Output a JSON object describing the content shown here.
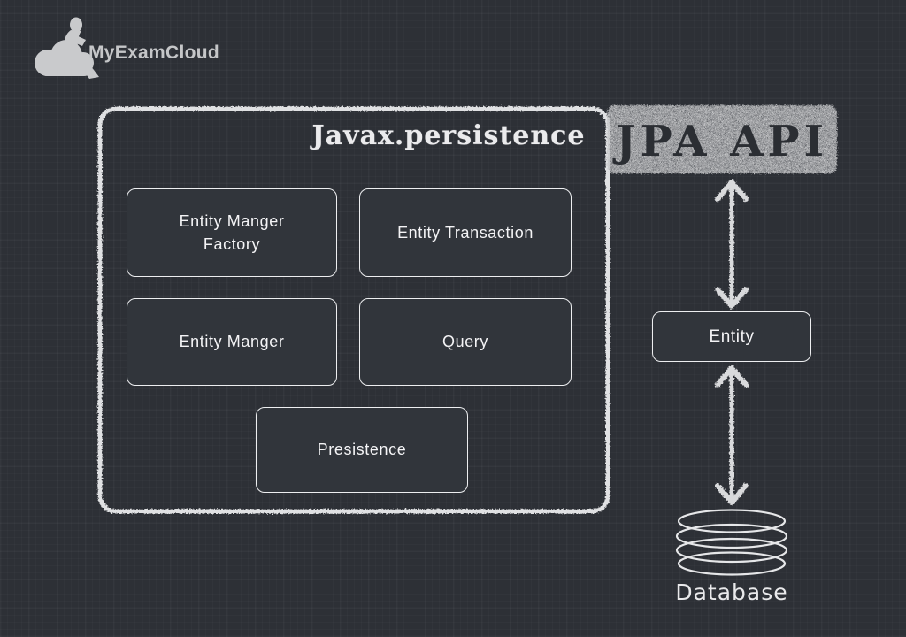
{
  "brand": {
    "name": "MyExamCloud"
  },
  "diagram": {
    "package": {
      "title": "Javax.persistence",
      "boxes": [
        {
          "label": "Entity Manger Factory"
        },
        {
          "label": "Entity Transaction"
        },
        {
          "label": "Entity Manger"
        },
        {
          "label": "Query"
        },
        {
          "label": "Presistence"
        }
      ]
    },
    "api_badge": "JPA API",
    "entity_box": "Entity",
    "database_label": "Database"
  },
  "colors": {
    "background": "#2d3036",
    "chalk_line": "#e0e1e3",
    "badge_fill": "#c4c5c7",
    "badge_text": "#2b2e33",
    "box_fill": "#31353b",
    "box_border": "#edeef0",
    "box_text": "#f4f4f6"
  }
}
